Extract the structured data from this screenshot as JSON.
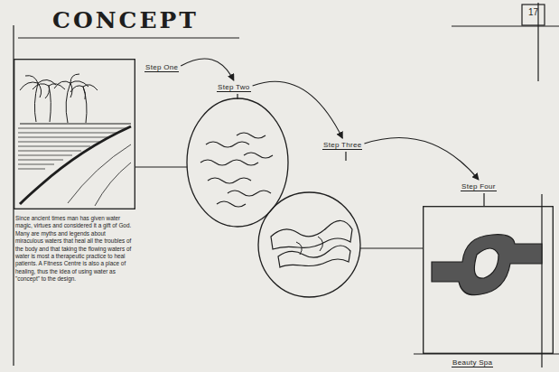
{
  "diagram": {
    "title": "CONCEPT",
    "nodes": [
      {
        "text": [
          "Step One"
        ]
      },
      {
        "text": [
          "Step Two"
        ]
      },
      {
        "text": [
          "Step Three"
        ]
      },
      {
        "text": [
          "Step Four",
          "Beauty Spa"
        ]
      }
    ],
    "edges": [
      {
        "from": 0,
        "to": 1,
        "arrow": "to"
      },
      {
        "from": 1,
        "to": 2,
        "arrow": "to"
      },
      {
        "from": 2,
        "to": 3,
        "arrow": "to"
      },
      {
        "from": 0,
        "to": 1,
        "arrow": "none"
      },
      {
        "from": 2,
        "to": 3,
        "arrow": "none"
      }
    ],
    "labels": [
      "17",
      "Since ancient times man has given water magic, virtues and considered it a gift of God. Many are myths and legends about miraculous waters that heal all the troubles of the body and that taking the flowing waters of water is most a therapeutic practice to heal patients. A Fitness Centre is also a place of healing, thus the idea of using water as \"concept\" to the design."
    ]
  }
}
